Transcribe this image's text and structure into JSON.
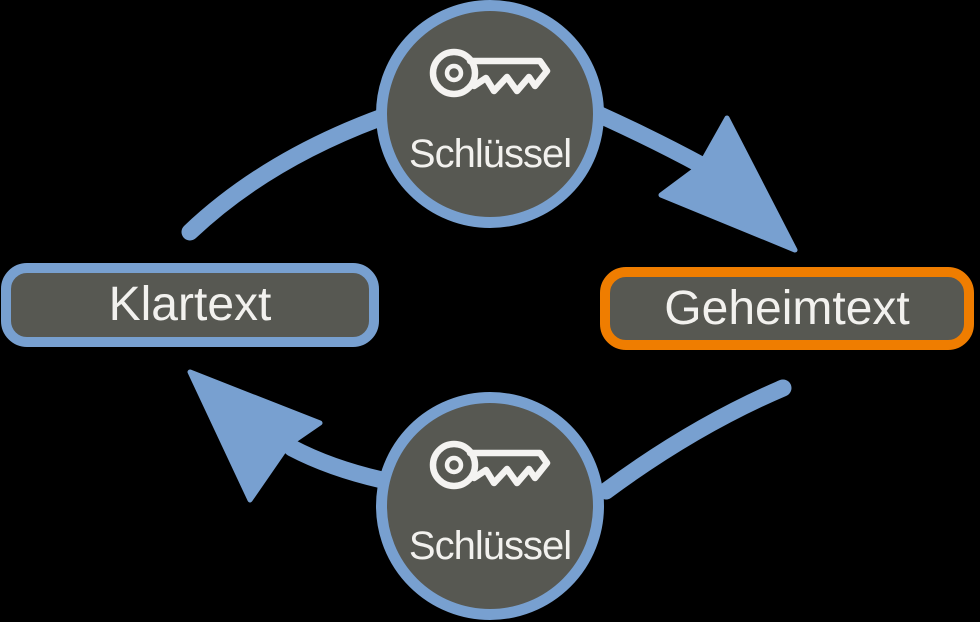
{
  "colors": {
    "background": "#000000",
    "node_fill": "#575852",
    "arrow_blue": "#78a0d0",
    "plaintext_border": "#78a0d0",
    "ciphertext_border": "#ef7d00",
    "label_text": "#f2f1ee",
    "icon_stroke": "#f4f3f1"
  },
  "nodes": {
    "plaintext": {
      "label": "Klartext"
    },
    "ciphertext": {
      "label": "Geheimtext"
    },
    "key_top": {
      "label": "Schlüssel",
      "icon": "key-icon"
    },
    "key_bottom": {
      "label": "Schlüssel",
      "icon": "key-icon"
    }
  },
  "arrows": {
    "description_labels": []
  }
}
